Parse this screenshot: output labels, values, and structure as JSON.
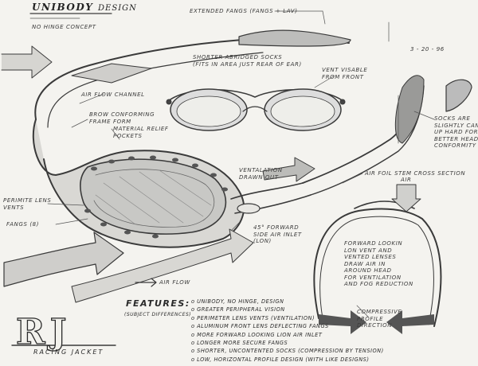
{
  "title": {
    "main": "UNIBODY",
    "sub": "DESIGN"
  },
  "date": "3 - 20 - 96",
  "labels": {
    "no_hinge": "NO HINGE CONCEPT",
    "extended_fangs": "EXTENDED FANGS (FANGS + LAV)",
    "shorter_socks": "SHORTER ABRIDGED SOCKS",
    "shorter_socks_2": "(FITS IN AREA JUST REAR OF EAR)",
    "air_flow_channel": "AIR FLOW CHANNEL",
    "vent_visible": "VENT VISABLE",
    "vent_visible_2": "FROM FRONT",
    "brow_form": "BROW CONFORMING",
    "brow_form_2": "FRAME FORM",
    "material_relief": "MATERIAL RELIEF",
    "material_relief_2": "POCKETS",
    "socks_note": "SOCKS ARE",
    "socks_note_2": "SLIGHTLY CANTED",
    "socks_note_3": "UP HARD FOR",
    "socks_note_4": "BETTER HEAD",
    "socks_note_5": "CONFORMITY",
    "ventilation": "VENTALATION",
    "ventilation_2": "DRAWN OUT",
    "air_foil": "AIR FOIL STEM CROSS SECTION",
    "perimeter_vents": "PERIMITE LENS",
    "perimeter_vents_2": "VENTS",
    "fangs": "FANGS (8)",
    "air": "AIR",
    "forward_air": "45° FORWARD",
    "forward_air_2": "SIDE AIR INLET",
    "forward_air_3": "(LON)",
    "air_flow": "AIR FLOW",
    "top_note": "FORWARD LOOKIN",
    "top_note_2": "LON VENT AND",
    "top_note_3": "VENTED LENSES",
    "top_note_4": "DRAW AIR IN",
    "top_note_5": "AROUND HEAD",
    "top_note_6": "FOR VENTILATION",
    "top_note_7": "AND FOG REDUCTION",
    "compress": "COMPRESSIVE",
    "compress_2": "PROFILE",
    "compress_3": "DIRECTION"
  },
  "features": {
    "title": "FEATURES:",
    "subtitle": "(SUBJECT DIFFERENCES)",
    "items": [
      "UNIBODY, NO HINGE, DESIGN",
      "GREATER PERIPHERAL VISION",
      "PERIMETER LENS VENTS (VENTILATION)",
      "ALUMINUM FRONT LENS DEFLECTING FANGS",
      "MORE FORWARD LOOKING LION AIR INLET",
      "LONGER MORE SECURE FANGS",
      "SHORTER, UNCONTENTED SOCKS (COMPRESSION BY TENSION)",
      "LOW, HORIZONTAL PROFILE DESIGN (WITH LIKE DESIGNS)"
    ]
  },
  "logo": {
    "mark": "RJ",
    "subtitle": "RACING JACKET"
  }
}
